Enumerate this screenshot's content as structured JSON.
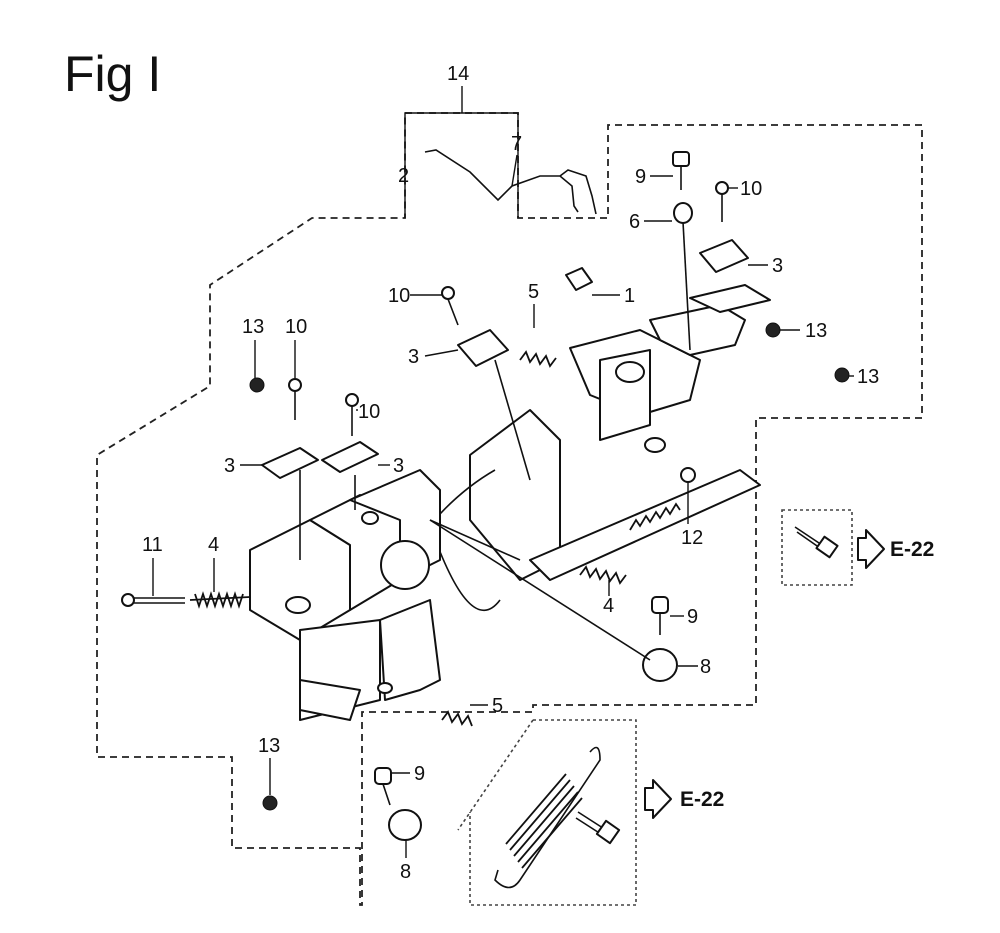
{
  "title": "Fig I",
  "callouts": [
    "14",
    "2",
    "7",
    "9",
    "10",
    "6",
    "3",
    "10",
    "5",
    "1",
    "13",
    "13",
    "10",
    "13",
    "10",
    "3",
    "3",
    "3",
    "11",
    "4",
    "12",
    "4",
    "9",
    "8",
    "5",
    "13",
    "9",
    "8"
  ],
  "references": [
    "E-22",
    "E-22"
  ]
}
